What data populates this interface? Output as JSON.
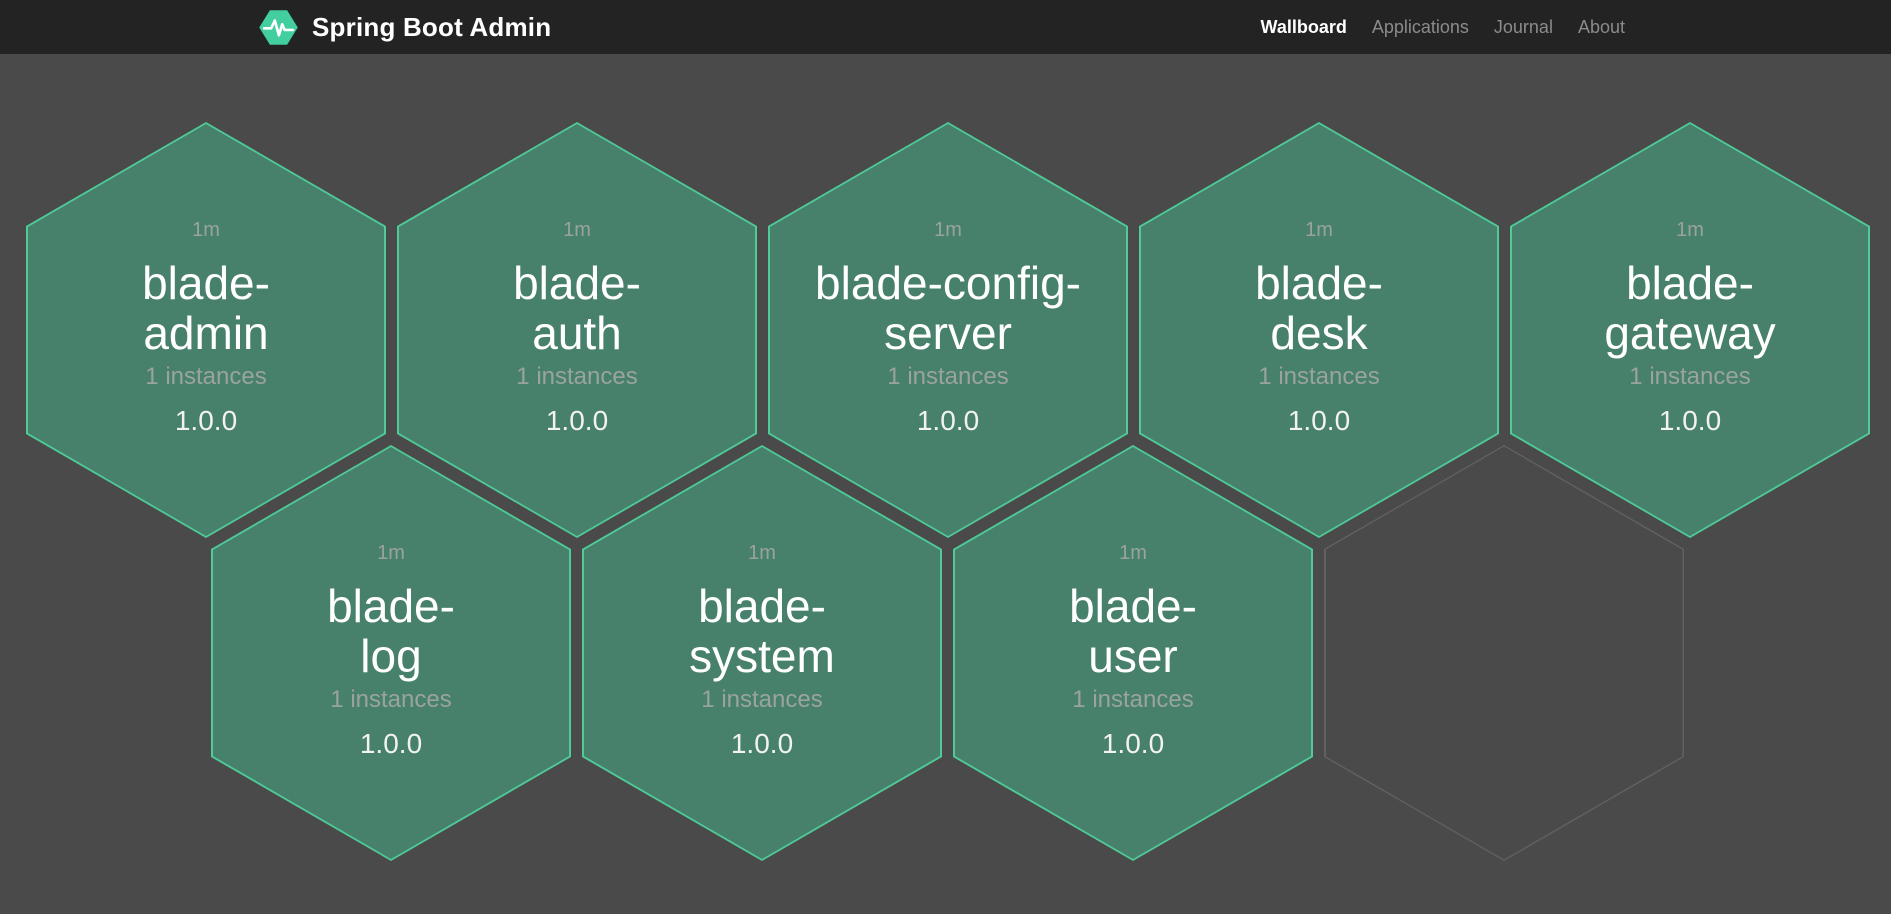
{
  "header": {
    "brand": {
      "title": "Spring Boot Admin",
      "logo_icon": "pulse-hexagon-icon"
    },
    "nav": [
      {
        "label": "Wallboard",
        "active": true
      },
      {
        "label": "Applications",
        "active": false
      },
      {
        "label": "Journal",
        "active": false
      },
      {
        "label": "About",
        "active": false
      }
    ]
  },
  "colors": {
    "header_bg": "#232323",
    "page_bg": "#4a4a4a",
    "brand_green": "#42ce9f",
    "hex_fill": "#47806b",
    "hex_border": "#4fcb97",
    "muted_text": "#9aa49d",
    "empty_hex_border": "rgba(255,255,255,0.13)"
  },
  "wallboard": {
    "rows": [
      {
        "apps": [
          {
            "name": "blade-admin",
            "name_lines": [
              "blade-",
              "admin"
            ],
            "uptime": "1m",
            "instances": "1 instances",
            "version": "1.0.0"
          },
          {
            "name": "blade-auth",
            "name_lines": [
              "blade-",
              "auth"
            ],
            "uptime": "1m",
            "instances": "1 instances",
            "version": "1.0.0"
          },
          {
            "name": "blade-config-server",
            "name_lines": [
              "blade-config-",
              "server"
            ],
            "uptime": "1m",
            "instances": "1 instances",
            "version": "1.0.0"
          },
          {
            "name": "blade-desk",
            "name_lines": [
              "blade-",
              "desk"
            ],
            "uptime": "1m",
            "instances": "1 instances",
            "version": "1.0.0"
          },
          {
            "name": "blade-gateway",
            "name_lines": [
              "blade-",
              "gateway"
            ],
            "uptime": "1m",
            "instances": "1 instances",
            "version": "1.0.0"
          }
        ]
      },
      {
        "apps": [
          {
            "name": "blade-log",
            "name_lines": [
              "blade-",
              "log"
            ],
            "uptime": "1m",
            "instances": "1 instances",
            "version": "1.0.0"
          },
          {
            "name": "blade-system",
            "name_lines": [
              "blade-",
              "system"
            ],
            "uptime": "1m",
            "instances": "1 instances",
            "version": "1.0.0"
          },
          {
            "name": "blade-user",
            "name_lines": [
              "blade-",
              "user"
            ],
            "uptime": "1m",
            "instances": "1 instances",
            "version": "1.0.0"
          },
          {
            "empty": true
          }
        ]
      }
    ]
  }
}
